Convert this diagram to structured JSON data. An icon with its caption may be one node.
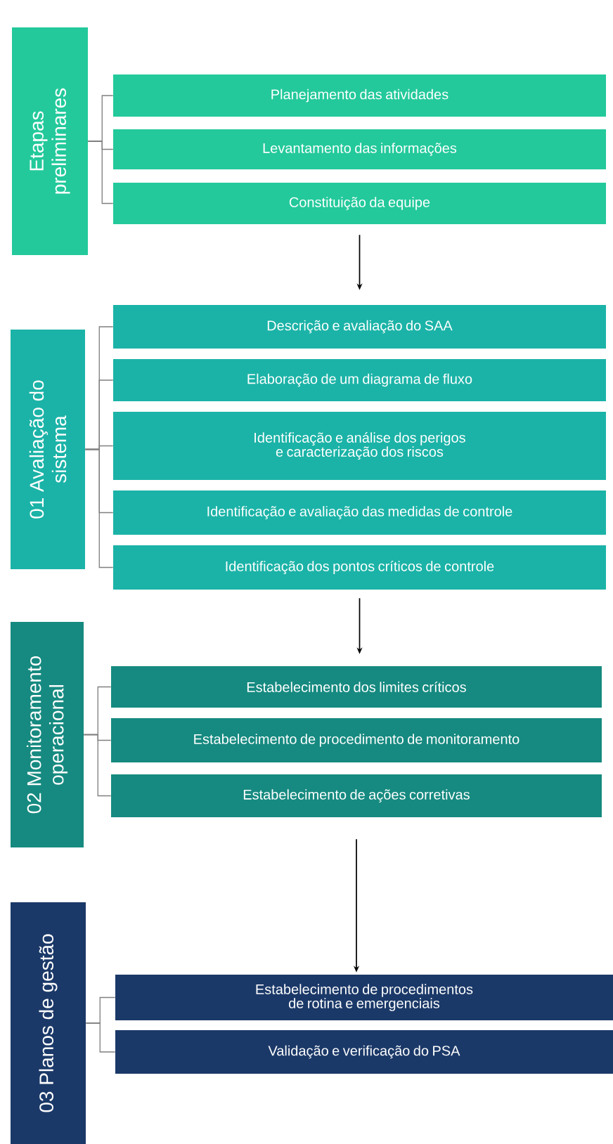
{
  "diagram": {
    "nodes": [
      {
        "text": [
          "Etapas preliminares"
        ]
      },
      {
        "text": [
          "Planejamento das atividades"
        ]
      },
      {
        "text": [
          "Levantamento das informações"
        ]
      },
      {
        "text": [
          "Constituição da equipe"
        ]
      },
      {
        "text": [
          "01 Avaliação do sistema"
        ]
      },
      {
        "text": [
          "Descrição e avaliação do SAA"
        ]
      },
      {
        "text": [
          "Elaboração de um diagrama de fluxo"
        ]
      },
      {
        "text": [
          "Identificação e análise dos perigos e caracterização dos riscos"
        ]
      },
      {
        "text": [
          "Identificação e avaliação das medidas de controle"
        ]
      },
      {
        "text": [
          "Identificação dos pontos críticos de controle"
        ]
      },
      {
        "text": [
          "02 Monitoramento operacional"
        ]
      },
      {
        "text": [
          "Estabelecimento dos limites críticos"
        ]
      },
      {
        "text": [
          "Estabelecimento de procedimento de monitoramento"
        ]
      },
      {
        "text": [
          "Estabelecimento de ações corretivas"
        ]
      },
      {
        "text": [
          "03 Planos de gestão"
        ]
      },
      {
        "text": [
          "Estabelecimento de procedimentos de rotina e emergenciais"
        ]
      },
      {
        "text": [
          "Validação e verificação do PSA"
        ]
      }
    ],
    "edges": [
      {
        "from": 0,
        "to": 1,
        "arrow": "none"
      },
      {
        "from": 0,
        "to": 2,
        "arrow": "none"
      },
      {
        "from": 0,
        "to": 3,
        "arrow": "none"
      },
      {
        "from": 3,
        "to": 5,
        "arrow": "to",
        "color": "#000000"
      },
      {
        "from": 4,
        "to": 5,
        "arrow": "none"
      },
      {
        "from": 4,
        "to": 6,
        "arrow": "none"
      },
      {
        "from": 4,
        "to": 7,
        "arrow": "none"
      },
      {
        "from": 4,
        "to": 8,
        "arrow": "none"
      },
      {
        "from": 4,
        "to": 9,
        "arrow": "none"
      },
      {
        "from": 9,
        "to": 11,
        "arrow": "to",
        "color": "#000000"
      },
      {
        "from": 10,
        "to": 11,
        "arrow": "none"
      },
      {
        "from": 10,
        "to": 12,
        "arrow": "none"
      },
      {
        "from": 10,
        "to": 13,
        "arrow": "none"
      },
      {
        "from": 13,
        "to": 15,
        "arrow": "to",
        "color": "#000000"
      },
      {
        "from": 14,
        "to": 15,
        "arrow": "none"
      },
      {
        "from": 14,
        "to": 16,
        "arrow": "none"
      }
    ]
  }
}
